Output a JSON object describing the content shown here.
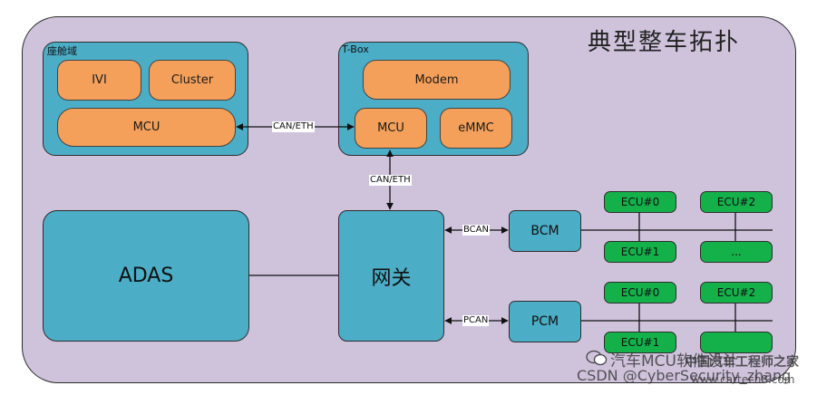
{
  "title": "典型整车拓扑",
  "cockpit": {
    "label": "座舱域",
    "ivi": "IVI",
    "cluster": "Cluster",
    "mcu": "MCU"
  },
  "tbox": {
    "label": "T-Box",
    "modem": "Modem",
    "mcu": "MCU",
    "emmc": "eMMC"
  },
  "adas": "ADAS",
  "gateway": "网关",
  "bcm": "BCM",
  "pcm": "PCM",
  "edges": {
    "cockpit_tbox": "CAN/ETH",
    "tbox_gateway": "CAN/ETH",
    "bcan": "BCAN",
    "pcan": "PCAN"
  },
  "bcm_bus": {
    "ecu0": "ECU#0",
    "ecu1": "ECU#1",
    "ecu2": "ECU#2",
    "ecu_more": "..."
  },
  "pcm_bus": {
    "ecu0": "ECU#0",
    "ecu1": "ECU#1",
    "ecu2": "ECU#2"
  },
  "watermark": {
    "wechat": "汽车MCU软件设计",
    "csdn": "CSDN @CyberSecurity_zhang",
    "site_cn": "中国汽车工程师之家",
    "site_url": "www.cartech8.com"
  },
  "colors": {
    "background": "#cfc3dc",
    "domain": "#4badc6",
    "chip": "#f5a05a",
    "ecu": "#14b14b"
  }
}
